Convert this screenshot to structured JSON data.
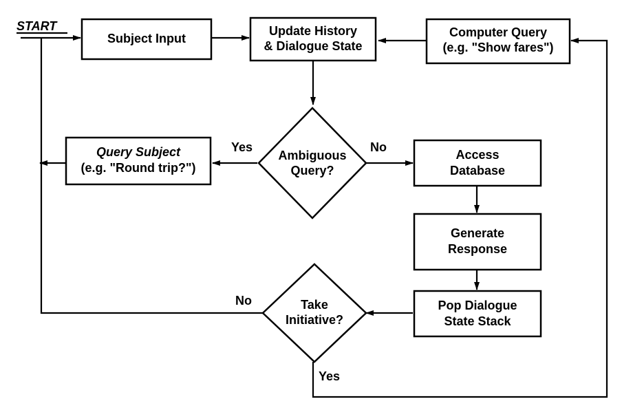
{
  "start_label": "START",
  "nodes": {
    "subject_input": [
      "Subject Input"
    ],
    "update_history": [
      "Update History",
      "& Dialogue State"
    ],
    "computer_query": [
      "Computer Query",
      "(e.g. \"Show fares\")"
    ],
    "ambiguous_query": [
      "Ambiguous",
      "Query?"
    ],
    "query_subject": [
      "Query Subject",
      "(e.g. \"Round trip?\")"
    ],
    "access_database": [
      "Access",
      "Database"
    ],
    "generate_response": [
      "Generate",
      "Response"
    ],
    "pop_dialogue": [
      "Pop Dialogue",
      "State Stack"
    ],
    "take_initiative": [
      "Take",
      "Initiative?"
    ]
  },
  "edge_labels": {
    "ambiguous_yes": "Yes",
    "ambiguous_no": "No",
    "initiative_no": "No",
    "initiative_yes": "Yes"
  }
}
